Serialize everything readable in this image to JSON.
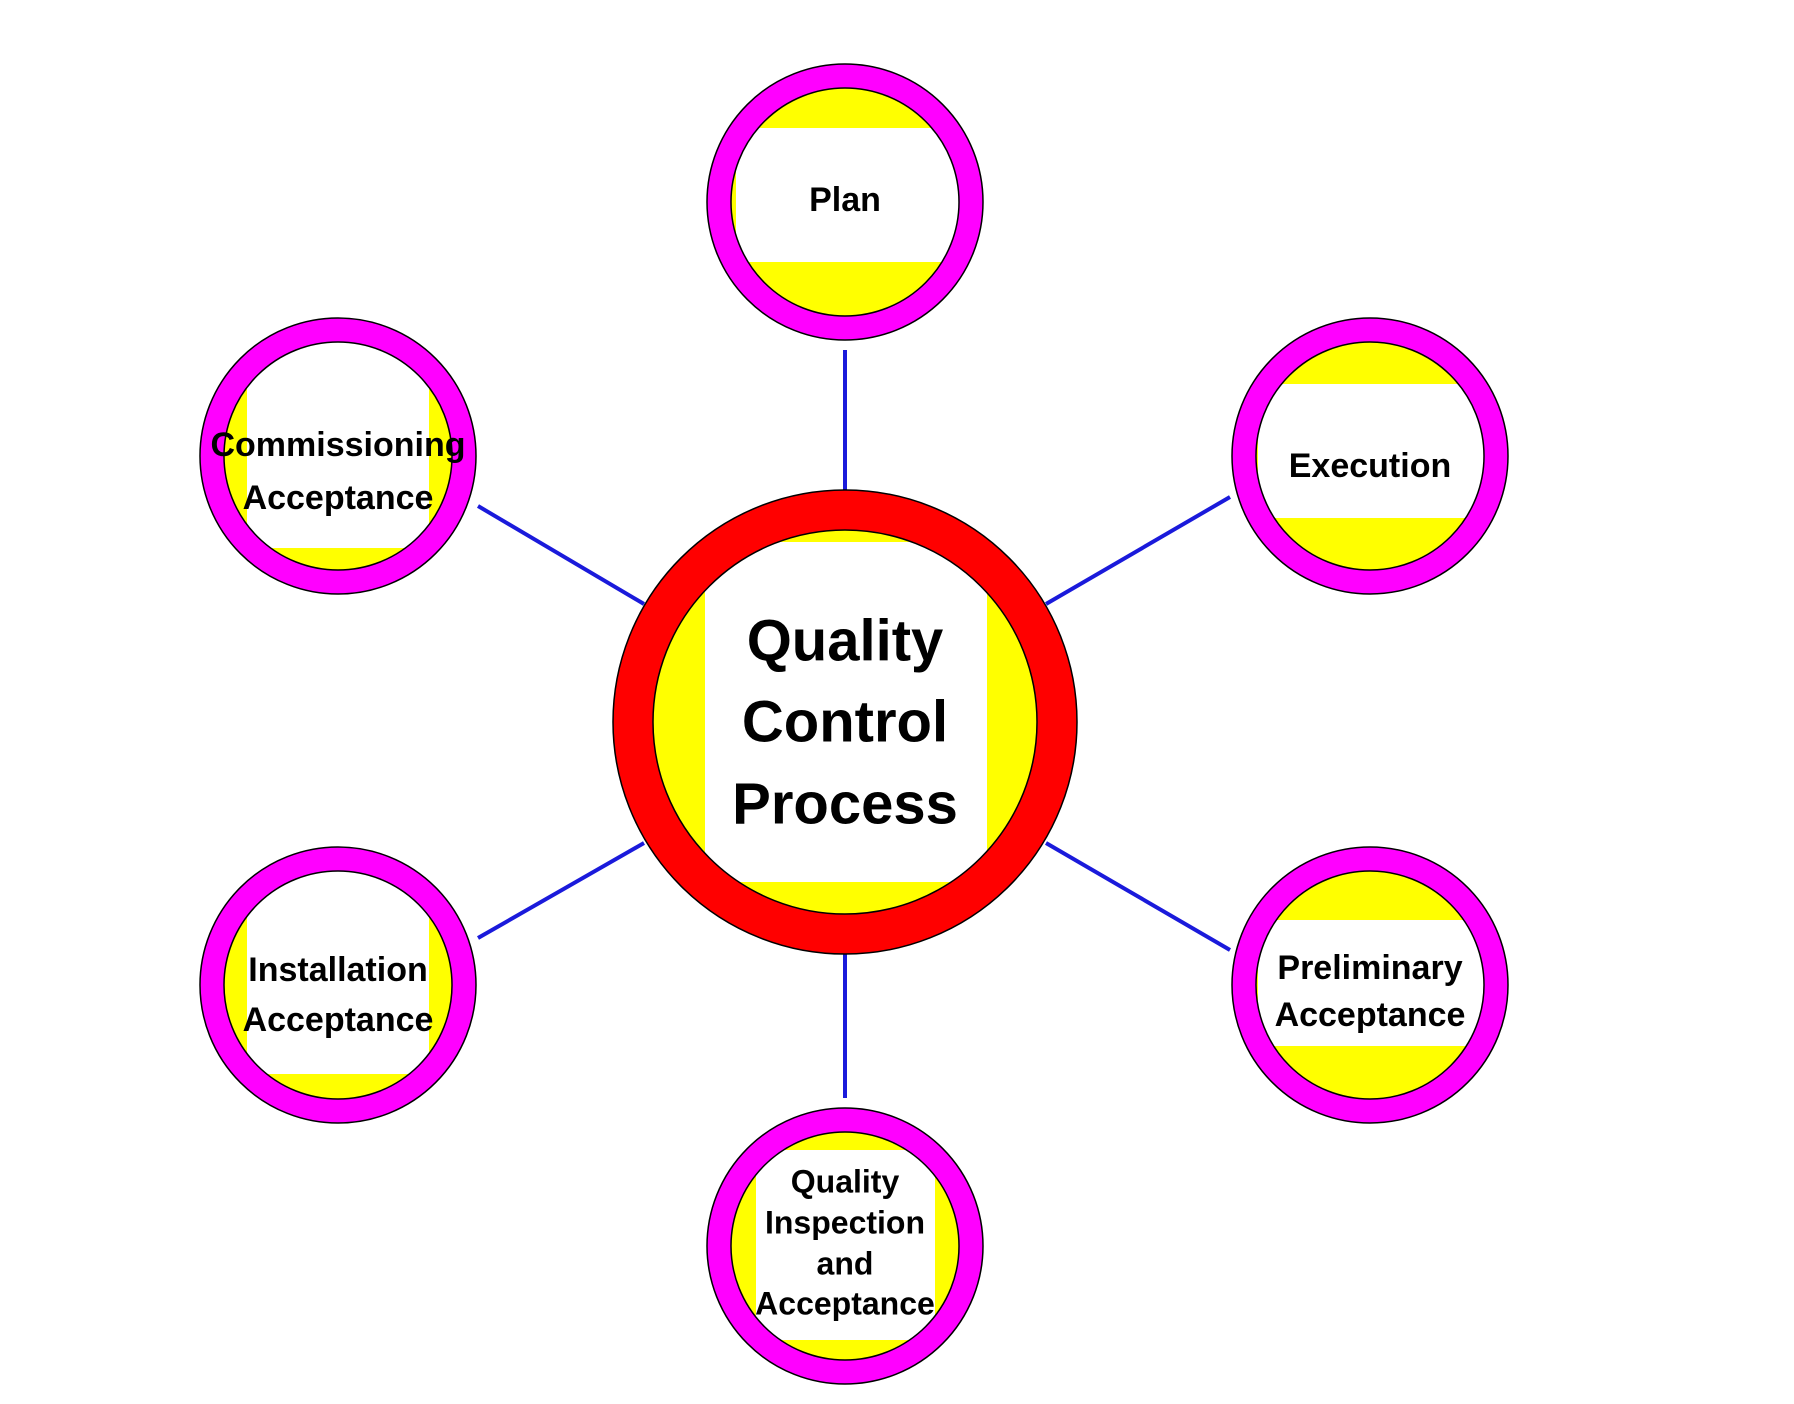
{
  "colors": {
    "background": "#ffffff",
    "connector": "#1a1adb",
    "center_ring": "#ff0000",
    "satellite_ring": "#ff00ff",
    "fill_yellow": "#ffff00",
    "fill_white": "#ffffff",
    "ring_outline": "#000000",
    "text": "#000000"
  },
  "center": {
    "lines": [
      "Quality",
      "Control",
      "Process"
    ]
  },
  "nodes": [
    {
      "id": "plan",
      "lines": [
        "Plan"
      ]
    },
    {
      "id": "execution",
      "lines": [
        "Execution"
      ]
    },
    {
      "id": "preliminary-acceptance",
      "lines": [
        "Preliminary",
        "Acceptance"
      ]
    },
    {
      "id": "quality-inspection-and-acceptance",
      "lines": [
        "Quality",
        "Inspection",
        "and",
        "Acceptance"
      ]
    },
    {
      "id": "installation-acceptance",
      "lines": [
        "Installation",
        "Acceptance"
      ]
    },
    {
      "id": "commissioning-acceptance",
      "lines": [
        "Commissioning",
        "Acceptance"
      ]
    }
  ]
}
